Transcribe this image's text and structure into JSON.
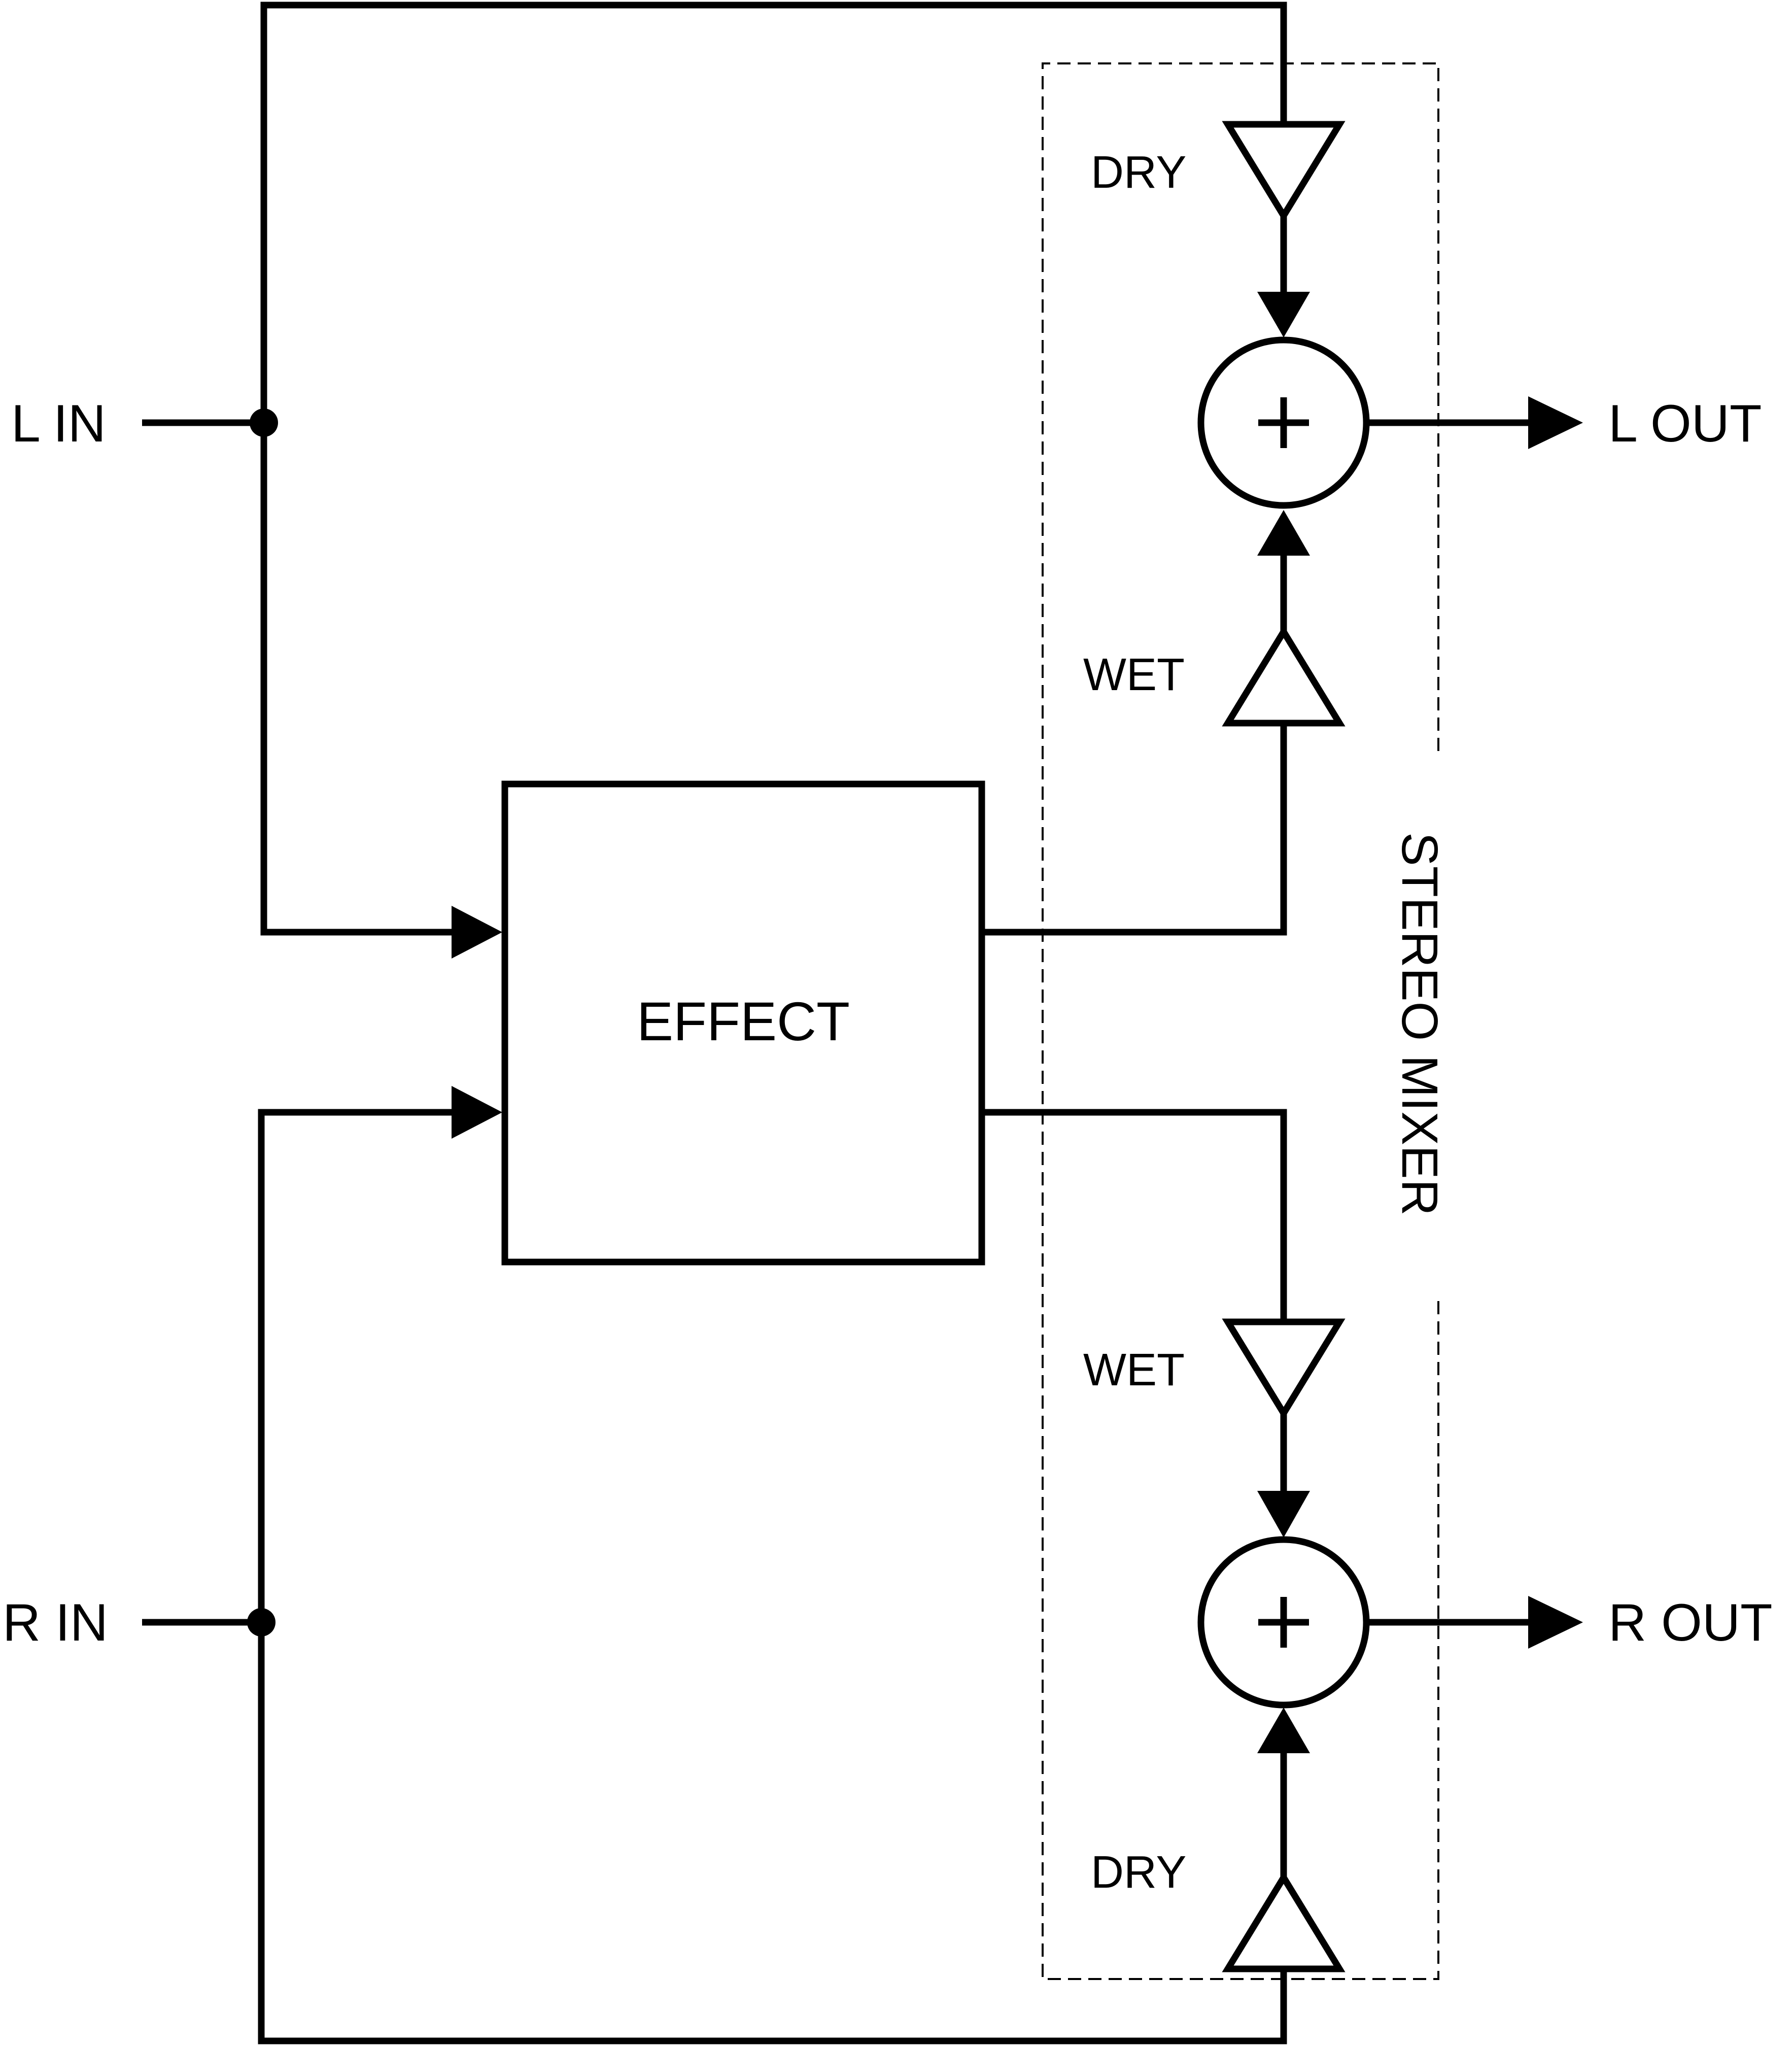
{
  "inputs": {
    "left": "L IN",
    "right": "R IN"
  },
  "outputs": {
    "left": "L OUT",
    "right": "R OUT"
  },
  "effect_block": {
    "label": "EFFECT"
  },
  "mixer": {
    "label": "STEREO MIXER",
    "left_channel": {
      "dry_gain_label": "DRY",
      "wet_gain_label": "WET",
      "summer_symbol": "+"
    },
    "right_channel": {
      "wet_gain_label": "WET",
      "dry_gain_label": "DRY",
      "summer_symbol": "+"
    }
  },
  "icons": {
    "summer": "plus-in-circle",
    "gain": "triangle-amplifier",
    "junction": "filled-dot"
  },
  "colors": {
    "line": "#000000",
    "background": "#ffffff"
  }
}
